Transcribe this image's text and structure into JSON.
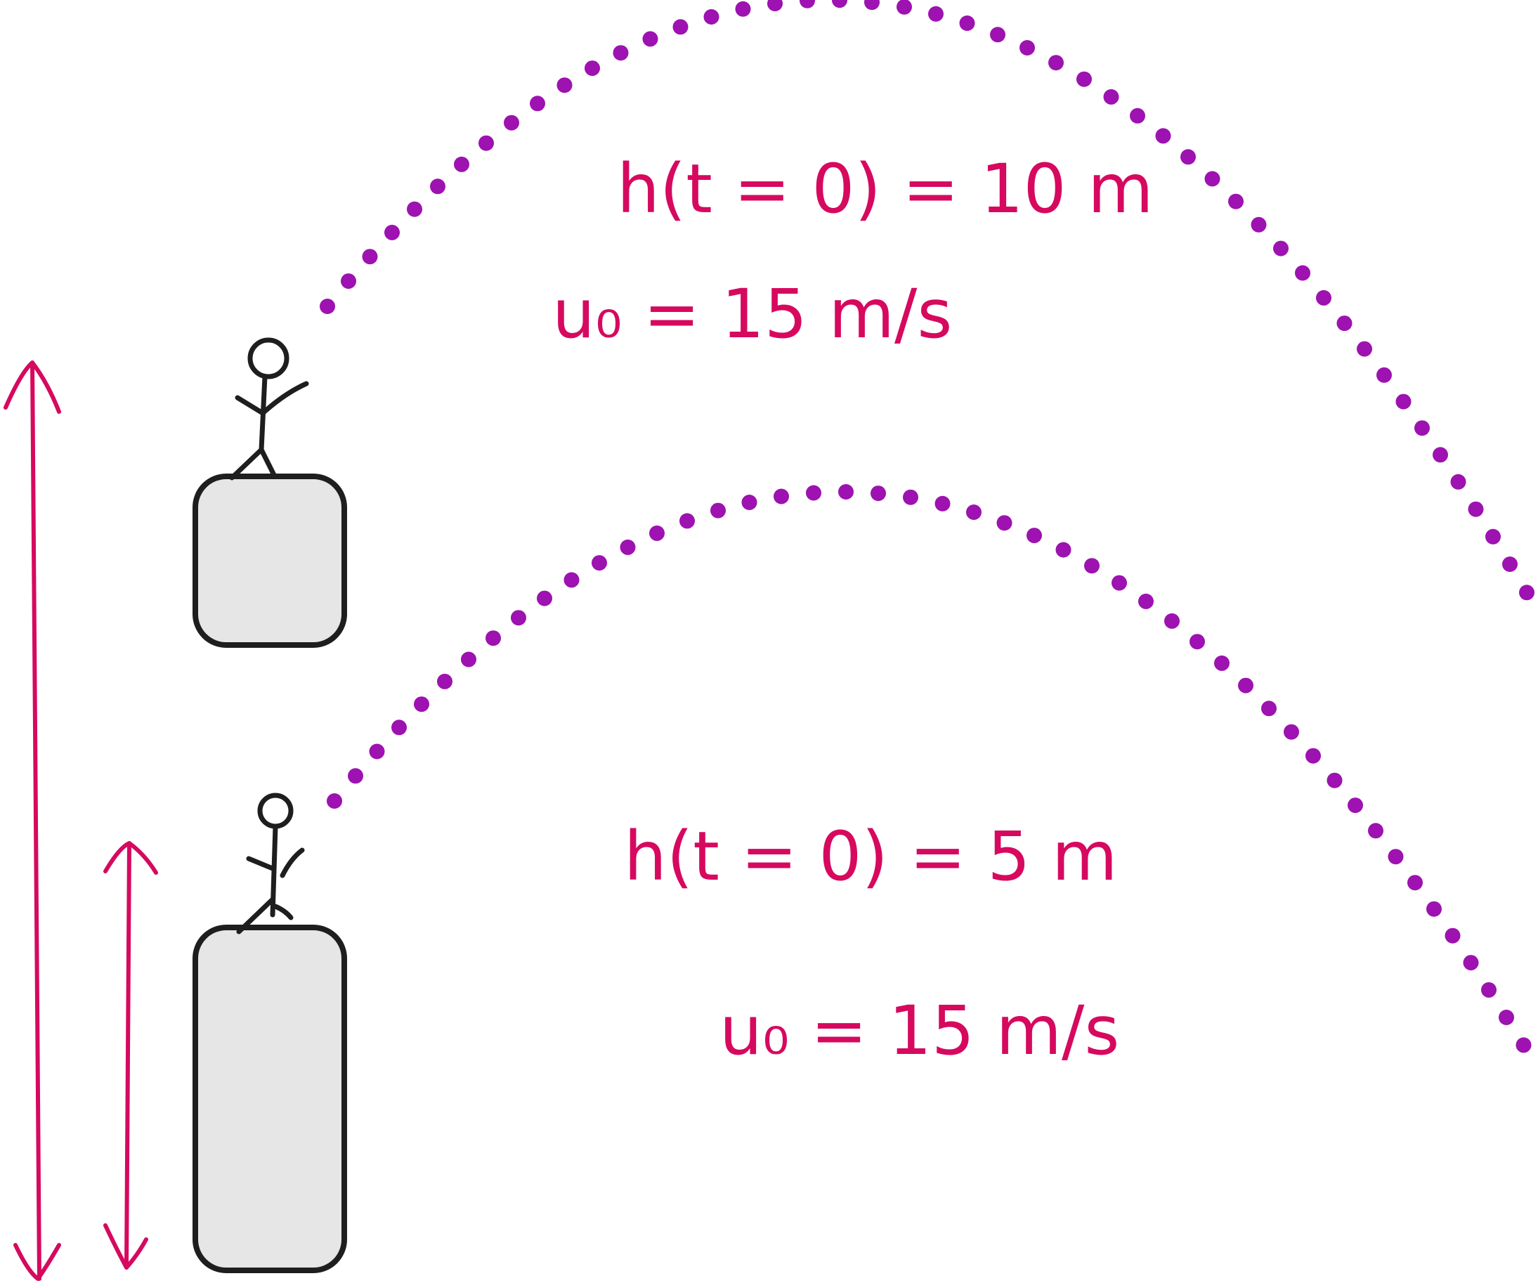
{
  "colors": {
    "trajectory": "#9d12b0",
    "annotation": "#d6095f",
    "outline": "#1e1e1e",
    "block_fill": "#e6e6e6"
  },
  "scenarios": [
    {
      "height_label": "h(t = 0) = 10 m",
      "velocity_label": "u₀ = 15 m/s",
      "initial_height_m": 10,
      "initial_velocity_mps": 15
    },
    {
      "height_label": "h(t = 0) = 5 m",
      "velocity_label": "u₀ = 15 m/s",
      "initial_height_m": 5,
      "initial_velocity_mps": 15
    }
  ]
}
